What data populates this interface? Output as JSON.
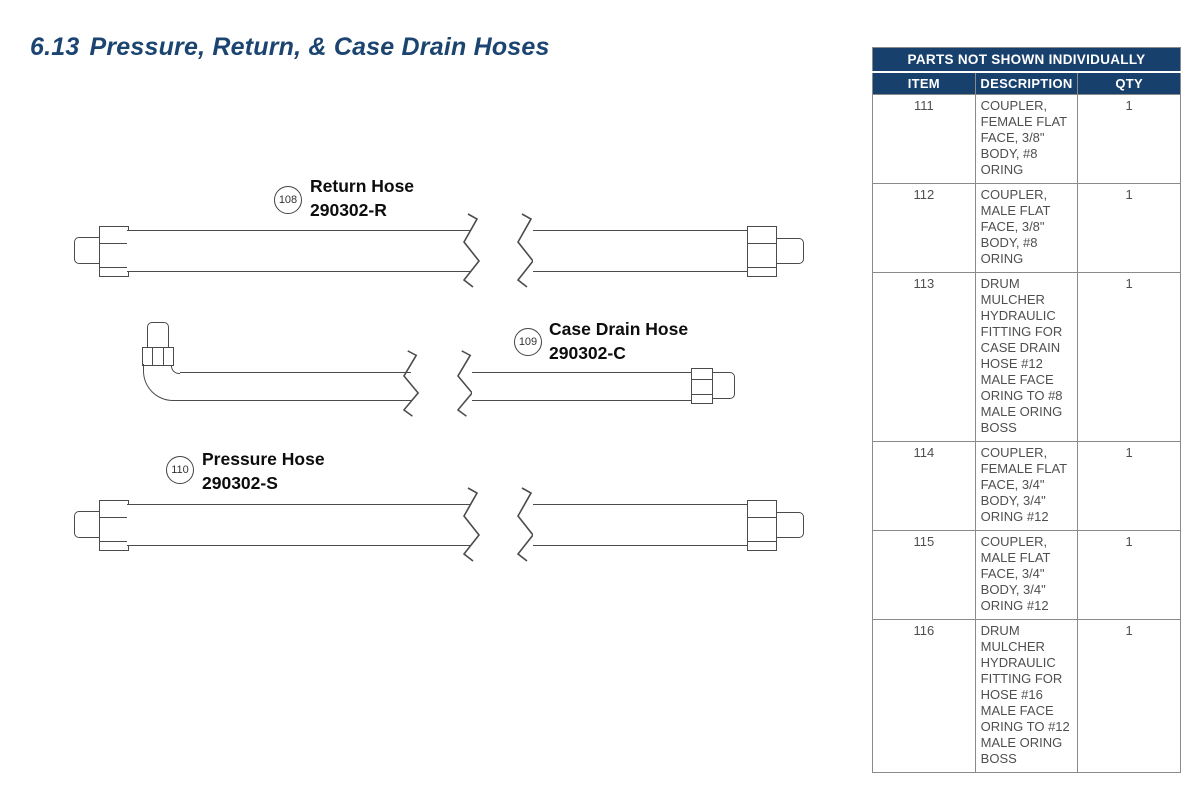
{
  "header": {
    "section_number": "6.13",
    "title": "Pressure, Return, & Case Drain Hoses"
  },
  "hoses": [
    {
      "callout": "108",
      "name": "Return Hose",
      "part_number": "290302-R"
    },
    {
      "callout": "109",
      "name": "Case Drain Hose",
      "part_number": "290302-C"
    },
    {
      "callout": "110",
      "name": "Pressure Hose",
      "part_number": "290302-S"
    }
  ],
  "parts_table": {
    "title": "PARTS NOT SHOWN INDIVIDUALLY",
    "columns": [
      "ITEM",
      "DESCRIPTION",
      "QTY"
    ],
    "rows": [
      {
        "item": "111",
        "description": "COUPLER, FEMALE FLAT FACE, 3/8\" BODY, #8 ORING",
        "qty": "1"
      },
      {
        "item": "112",
        "description": "COUPLER, MALE FLAT FACE, 3/8\" BODY, #8 ORING",
        "qty": "1"
      },
      {
        "item": "113",
        "description": "DRUM MULCHER HYDRAULIC FITTING FOR CASE DRAIN HOSE #12 MALE FACE ORING TO #8 MALE ORING BOSS",
        "qty": "1"
      },
      {
        "item": "114",
        "description": "COUPLER, FEMALE FLAT FACE, 3/4\" BODY, 3/4\" ORING #12",
        "qty": "1"
      },
      {
        "item": "115",
        "description": "COUPLER, MALE FLAT FACE, 3/4\" BODY, 3/4\" ORING #12",
        "qty": "1"
      },
      {
        "item": "116",
        "description": "DRUM MULCHER HYDRAULIC FITTING FOR HOSE #16 MALE FACE ORING TO #12 MALE ORING BOSS",
        "qty": "1"
      }
    ]
  },
  "icons": {
    "hose_break": "zigzag-break"
  },
  "colors": {
    "heading_navy": "#1b4470",
    "table_header_bg": "#17406d",
    "table_header_text": "#ffffff",
    "diagram_line_gray": "#4b4b4b",
    "table_body_text": "#4f4f4f"
  }
}
